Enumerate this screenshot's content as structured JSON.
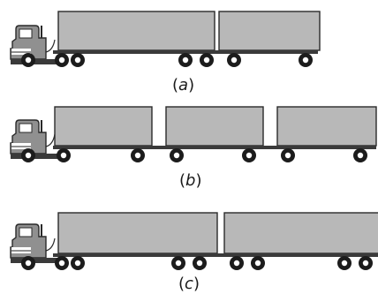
{
  "captions": {
    "a": "a",
    "b": "b",
    "c": "c"
  },
  "colors": {
    "trailer_fill": "#b8b8b8",
    "cab_fill": "#909090",
    "outline": "#2a2a2a",
    "tire": "#1c1c1c",
    "hub": "#ffffff"
  }
}
